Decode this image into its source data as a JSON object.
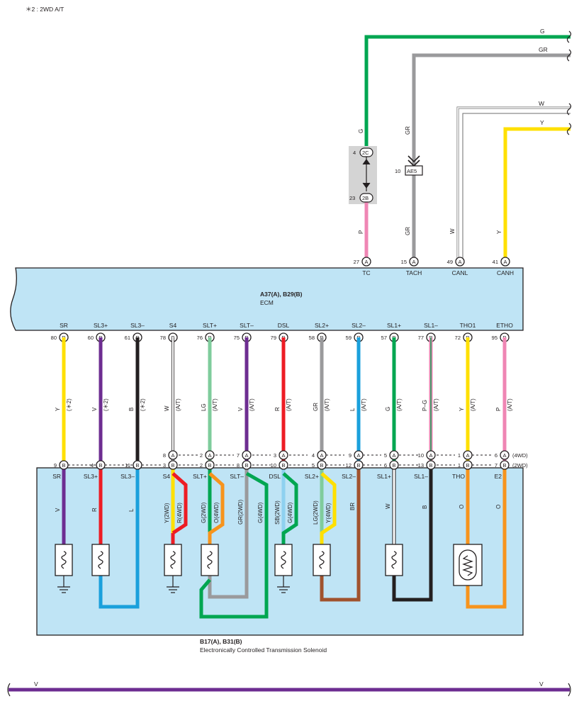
{
  "note": "＊2 : 2WD A/T",
  "colors": {
    "G": "#00a651",
    "GR": "#9a9a9c",
    "W": "#ffffff",
    "Y": "#ffe000",
    "P": "#ef86b4",
    "V": "#6d2d91",
    "B": "#231f20",
    "LG": "#7fcc9c",
    "R": "#ed1c24",
    "L": "#1aa0dc",
    "O": "#f7941d",
    "BR": "#a0522d",
    "SB": "#8ed1f0",
    "ecm_fill": "#bfe4f5",
    "connector_fill": "#d4d4d4"
  },
  "ecm": {
    "label": "A37(A), B29(B)",
    "name": "ECM",
    "top_pins": [
      {
        "num": "27",
        "conn": "A",
        "name": "TC"
      },
      {
        "num": "15",
        "conn": "A",
        "name": "TACH"
      },
      {
        "num": "49",
        "conn": "A",
        "name": "CANL"
      },
      {
        "num": "41",
        "conn": "A",
        "name": "CANH"
      }
    ],
    "bottom_pins": [
      {
        "num": "80",
        "conn": "B",
        "name": "SR"
      },
      {
        "num": "60",
        "conn": "B",
        "name": "SL3+"
      },
      {
        "num": "61",
        "conn": "B",
        "name": "SL3–"
      },
      {
        "num": "78",
        "conn": "B",
        "name": "S4"
      },
      {
        "num": "76",
        "conn": "B",
        "name": "SLT+"
      },
      {
        "num": "75",
        "conn": "B",
        "name": "SLT–"
      },
      {
        "num": "79",
        "conn": "B",
        "name": "DSL"
      },
      {
        "num": "58",
        "conn": "B",
        "name": "SL2+"
      },
      {
        "num": "59",
        "conn": "B",
        "name": "SL2–"
      },
      {
        "num": "57",
        "conn": "B",
        "name": "SL1+"
      },
      {
        "num": "77",
        "conn": "B",
        "name": "SL1–"
      },
      {
        "num": "72",
        "conn": "B",
        "name": "THO1"
      },
      {
        "num": "95",
        "conn": "B",
        "name": "ETHO"
      }
    ]
  },
  "top_wires": [
    {
      "label": "G",
      "end_label": "G"
    },
    {
      "label": "GR",
      "end_label": "GR",
      "lower_label": "GR"
    },
    {
      "label": "W",
      "end_label": "W"
    },
    {
      "label": "Y",
      "end_label": "Y"
    },
    {
      "label": "P"
    }
  ],
  "junction": {
    "top_num": "4",
    "top_conn": "2C",
    "bottom_num": "23",
    "bottom_conn": "2B",
    "splice_num": "10",
    "splice_name": "AE5"
  },
  "middle_wires": [
    {
      "color": "Y",
      "note": "(＊2)"
    },
    {
      "color": "V",
      "note": "(＊2)"
    },
    {
      "color": "B",
      "note": "(＊2)"
    },
    {
      "color": "W",
      "note": "(A/T)"
    },
    {
      "color": "LG",
      "note": "(A/T)"
    },
    {
      "color": "V",
      "note": "(A/T)"
    },
    {
      "color": "R",
      "note": "(A/T)"
    },
    {
      "color": "GR",
      "note": "(A/T)"
    },
    {
      "color": "L",
      "note": "(A/T)"
    },
    {
      "color": "G",
      "note": "(A/T)"
    },
    {
      "color": "P–G",
      "note": "(A/T)"
    },
    {
      "color": "Y",
      "note": "(A/T)"
    },
    {
      "color": "P",
      "note": "(A/T)"
    }
  ],
  "a_row": [
    {
      "num": "8",
      "conn": "A"
    },
    {
      "num": "2",
      "conn": "A"
    },
    {
      "num": "7",
      "conn": "A"
    },
    {
      "num": "3",
      "conn": "A"
    },
    {
      "num": "4",
      "conn": "A"
    },
    {
      "num": "9",
      "conn": "A"
    },
    {
      "num": "5",
      "conn": "A"
    },
    {
      "num": "10",
      "conn": "A"
    },
    {
      "num": "1",
      "conn": "A"
    },
    {
      "num": "6",
      "conn": "A"
    }
  ],
  "a_row_tag": "(4WD)",
  "b_row": [
    {
      "num": "9",
      "conn": "B"
    },
    {
      "num": "4",
      "conn": "B"
    },
    {
      "num": "11",
      "conn": "B"
    },
    {
      "num": "3",
      "conn": "B"
    },
    {
      "num": "2",
      "conn": "B"
    },
    {
      "num": "8",
      "conn": "B"
    },
    {
      "num": "10",
      "conn": "B"
    },
    {
      "num": "5",
      "conn": "B"
    },
    {
      "num": "12",
      "conn": "B"
    },
    {
      "num": "6",
      "conn": "B"
    },
    {
      "num": "13",
      "conn": "B"
    },
    {
      "num": "1",
      "conn": "B"
    },
    {
      "num": "7",
      "conn": "B"
    }
  ],
  "b_row_tag": "(2WD)",
  "solenoid": {
    "label": "B17(A), B31(B)",
    "name": "Electronically Controlled Transmission Solenoid",
    "pin_names": [
      "SR",
      "SL3+",
      "SL3–",
      "S4",
      "SLT+",
      "SLT–",
      "DSL",
      "SL2+",
      "SL2–",
      "SL1+",
      "SL1–",
      "THO",
      "E2"
    ],
    "wire_labels": [
      "V",
      "R",
      "L",
      "Y(2WD)",
      "R(4WD)",
      "G(2WD)",
      "O(4WD)",
      "GR(2WD)",
      "G(4WD)",
      "SB(2WD)",
      "G(4WD)",
      "LG(2WD)",
      "Y(4WD)",
      "BR",
      "W",
      "B",
      "O",
      "O"
    ]
  },
  "bottom_wire": {
    "left_label": "V",
    "right_label": "V"
  }
}
